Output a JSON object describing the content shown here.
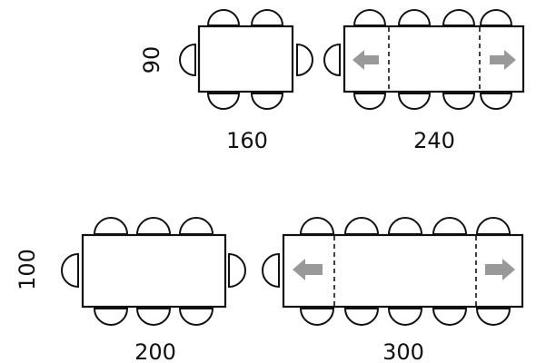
{
  "colors": {
    "outline": "#111111",
    "arrow": "#999999",
    "background": "#ffffff"
  },
  "top_row": {
    "width_label": "90",
    "fixed_table": {
      "length_label": "160",
      "chairs_long_side": 2,
      "chairs_short_side": 1
    },
    "extendable_table": {
      "length_label": "240",
      "chairs_long_side": 4,
      "chairs_short_side": 1,
      "extension_icons": [
        "arrow-left-icon",
        "arrow-right-icon"
      ]
    }
  },
  "bottom_row": {
    "width_label": "100",
    "fixed_table": {
      "length_label": "200",
      "chairs_long_side": 3,
      "chairs_short_side": 1
    },
    "extendable_table": {
      "length_label": "300",
      "chairs_long_side": 5,
      "chairs_short_side": 1,
      "extension_icons": [
        "arrow-left-icon",
        "arrow-right-icon"
      ]
    }
  }
}
